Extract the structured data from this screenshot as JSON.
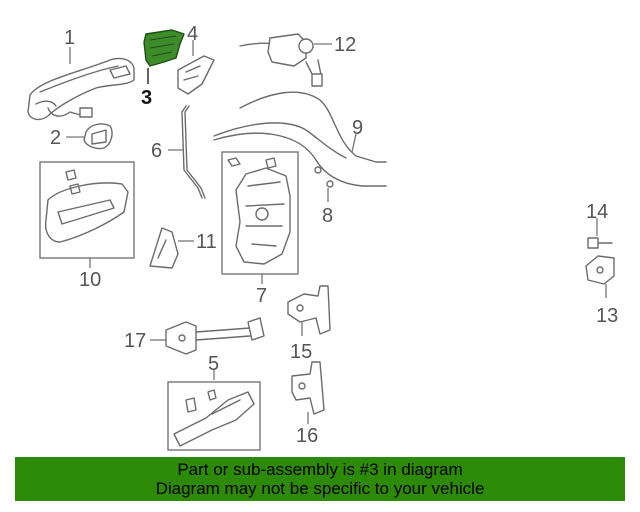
{
  "diagram": {
    "callouts": [
      "1",
      "2",
      "3",
      "4",
      "5",
      "6",
      "7",
      "8",
      "9",
      "10",
      "11",
      "12",
      "13",
      "14",
      "15",
      "16",
      "17"
    ],
    "highlighted_part": "3",
    "highlight_color": "#3d8b2a"
  },
  "footer": {
    "line1": "Part or sub-assembly is #3 in diagram",
    "line2": "Diagram may not be specific to your vehicle",
    "background": "#2d8a07"
  }
}
